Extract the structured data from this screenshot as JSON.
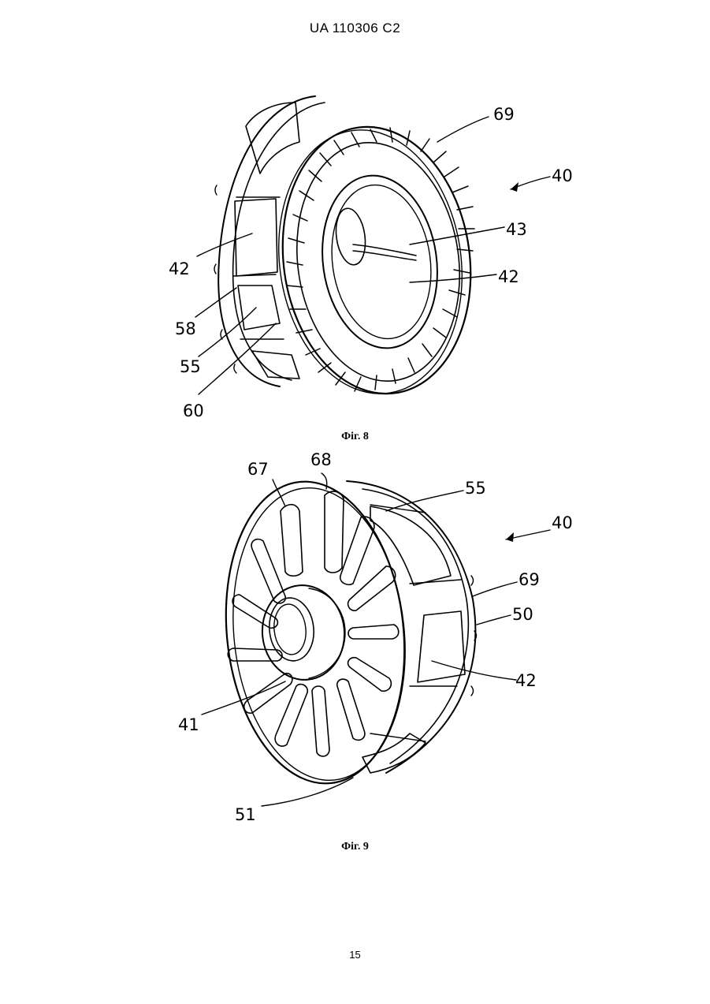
{
  "header": {
    "text": "UA   110306   C2"
  },
  "figure8": {
    "caption": "Фіг. 8",
    "labels": {
      "l69": "69",
      "l40": "40",
      "l43": "43",
      "l42_right": "42",
      "l42_left": "42",
      "l58": "58",
      "l55": "55",
      "l60": "60"
    }
  },
  "figure9": {
    "caption": "Фіг. 9",
    "labels": {
      "l67": "67",
      "l68": "68",
      "l55": "55",
      "l40": "40",
      "l69": "69",
      "l50": "50",
      "l42": "42",
      "l41": "41",
      "l51": "51"
    }
  },
  "footer": {
    "page_number": "15"
  }
}
